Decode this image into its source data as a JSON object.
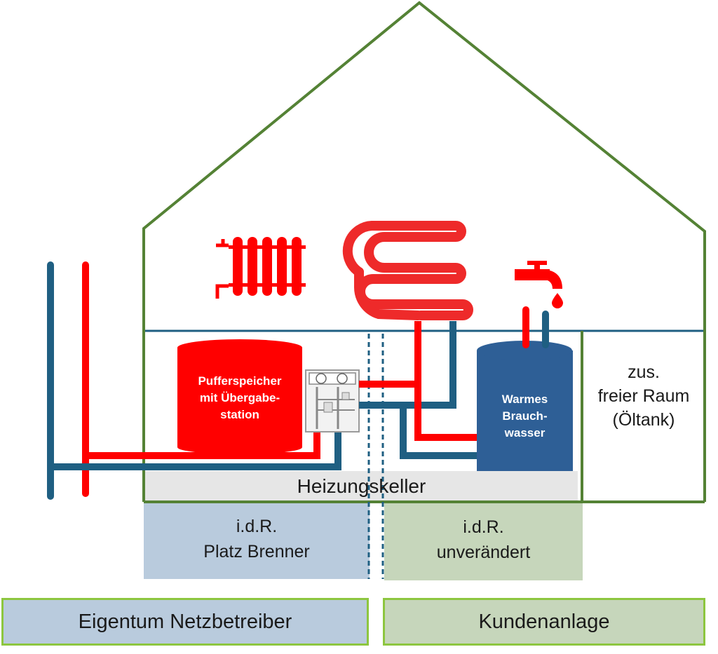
{
  "labels": {
    "pufferspeicher": [
      "Pufferspeicher",
      "mit Übergabe-",
      "station"
    ],
    "warmes_brauchwasser": [
      "Warmes",
      "Brauch-",
      "wasser"
    ],
    "extra_room": [
      "zus.",
      "freier Raum",
      "(Öltank)"
    ],
    "basement": "Heizungskeller",
    "burner_area": [
      "i.d.R.",
      "Platz Brenner"
    ],
    "unchanged_area": [
      "i.d.R.",
      "unverändert"
    ],
    "owner_operator": "Eigentum Netzbetreiber",
    "owner_customer": "Kundenanlage"
  },
  "colors": {
    "house_outline": "#548235",
    "flow_pipe": "#ff0000",
    "return_pipe": "#1f5f82",
    "tank_red": "#ff0000",
    "tank_blue": "#2e5f96",
    "operator_fill": "#b9cbdd",
    "customer_fill": "#c6d6bb",
    "basement_fill": "#e6e6e6",
    "legend_border": "#8dc63f"
  },
  "icons": [
    "radiator-icon",
    "floor-heating-icon",
    "tap-icon",
    "transfer-station-icon"
  ]
}
